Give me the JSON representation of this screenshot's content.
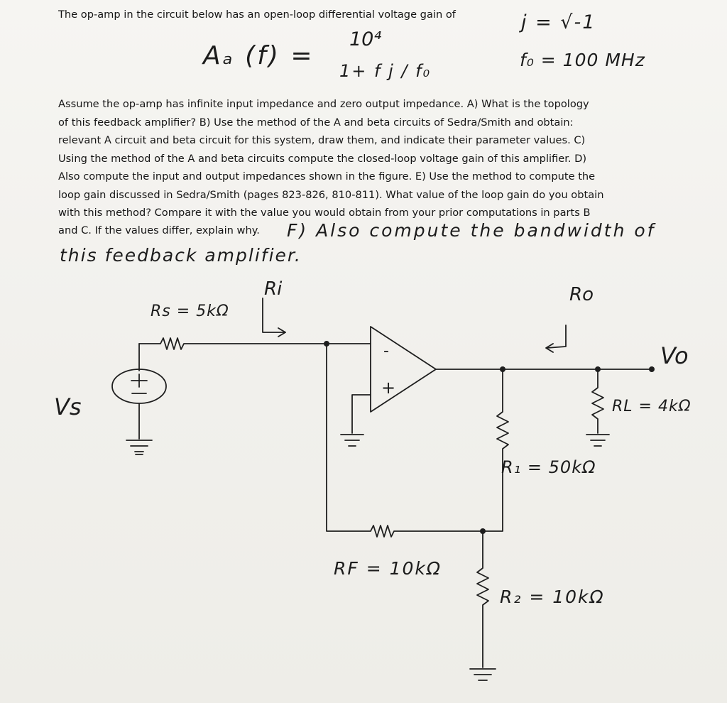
{
  "problem": {
    "intro": "The op-amp in the circuit below has an open-loop differential voltage gain of",
    "gain_lhs": "Aₐ (f) =",
    "gain_num": "10⁴",
    "gain_den": "1+ f j / f₀",
    "j_def": "j = √-1",
    "f0_def": "f₀ = 100 MHz",
    "lines": [
      "Assume the op-amp has infinite input impedance and zero output impedance. A) What is the topology",
      "of this feedback amplifier? B) Use the method of the A and beta circuits of Sedra/Smith and obtain:",
      "relevant A circuit and beta circuit for this system, draw them, and indicate their parameter values. C)",
      "Using the method of the A and beta circuits compute the closed-loop voltage gain of this amplifier. D)",
      "Also compute the input and output impedances shown in the figure. E) Use the method to compute the",
      "loop gain discussed in Sedra/Smith (pages 823-826, 810-811). What value of the loop gain do you obtain",
      "with this method? Compare it with the value you would obtain from your prior computations in parts B"
    ],
    "last_printed": "and C. If the values differ, explain why.",
    "hand_part_f_1": "F) Also compute the bandwidth of",
    "hand_part_f_2": "this feedback amplifier."
  },
  "circuit": {
    "ri_label": "Ri",
    "ro_label": "Ro",
    "rs_label": "Rs = 5kΩ",
    "vs_label": "Vs",
    "vo_label": "Vo",
    "rl_label": "RL = 4kΩ",
    "r1_label": "R₁ = 50kΩ",
    "rf_label": "RF = 10kΩ",
    "r2_label": "R₂ = 10kΩ",
    "minus_sign": "-",
    "plus_sign": "+"
  }
}
